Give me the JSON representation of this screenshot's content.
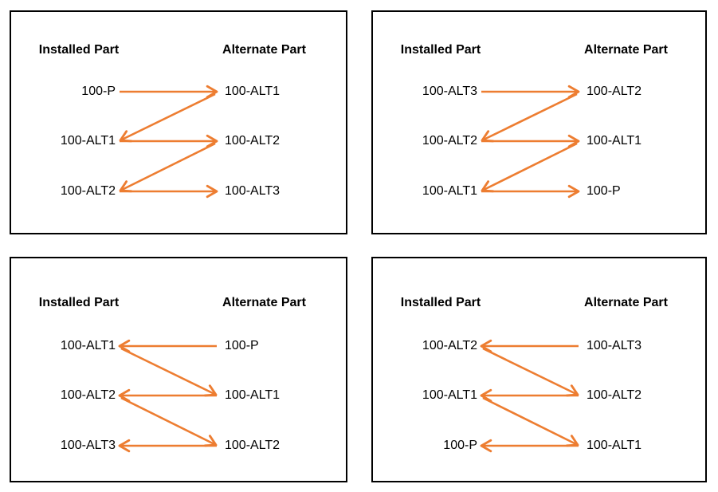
{
  "accent_color": "#ED7D31",
  "border_color": "#000000",
  "text_color": "#000000",
  "panels": [
    {
      "id": "top-left",
      "flow": "left-to-right",
      "headers": {
        "installed": "Installed Part",
        "alternate": "Alternate Part"
      },
      "rows": [
        {
          "installed": "100-P",
          "alternate": "100-ALT1"
        },
        {
          "installed": "100-ALT1",
          "alternate": "100-ALT2"
        },
        {
          "installed": "100-ALT2",
          "alternate": "100-ALT3"
        }
      ]
    },
    {
      "id": "top-right",
      "flow": "left-to-right",
      "headers": {
        "installed": "Installed Part",
        "alternate": "Alternate Part"
      },
      "rows": [
        {
          "installed": "100-ALT3",
          "alternate": "100-ALT2"
        },
        {
          "installed": "100-ALT2",
          "alternate": "100-ALT1"
        },
        {
          "installed": "100-ALT1",
          "alternate": "100-P"
        }
      ]
    },
    {
      "id": "bottom-left",
      "flow": "right-to-left",
      "headers": {
        "installed": "Installed Part",
        "alternate": "Alternate Part"
      },
      "rows": [
        {
          "installed": "100-ALT1",
          "alternate": "100-P"
        },
        {
          "installed": "100-ALT2",
          "alternate": "100-ALT1"
        },
        {
          "installed": "100-ALT3",
          "alternate": "100-ALT2"
        }
      ]
    },
    {
      "id": "bottom-right",
      "flow": "right-to-left",
      "headers": {
        "installed": "Installed Part",
        "alternate": "Alternate Part"
      },
      "rows": [
        {
          "installed": "100-ALT2",
          "alternate": "100-ALT3"
        },
        {
          "installed": "100-ALT1",
          "alternate": "100-ALT2"
        },
        {
          "installed": "100-P",
          "alternate": "100-ALT1"
        }
      ]
    }
  ]
}
